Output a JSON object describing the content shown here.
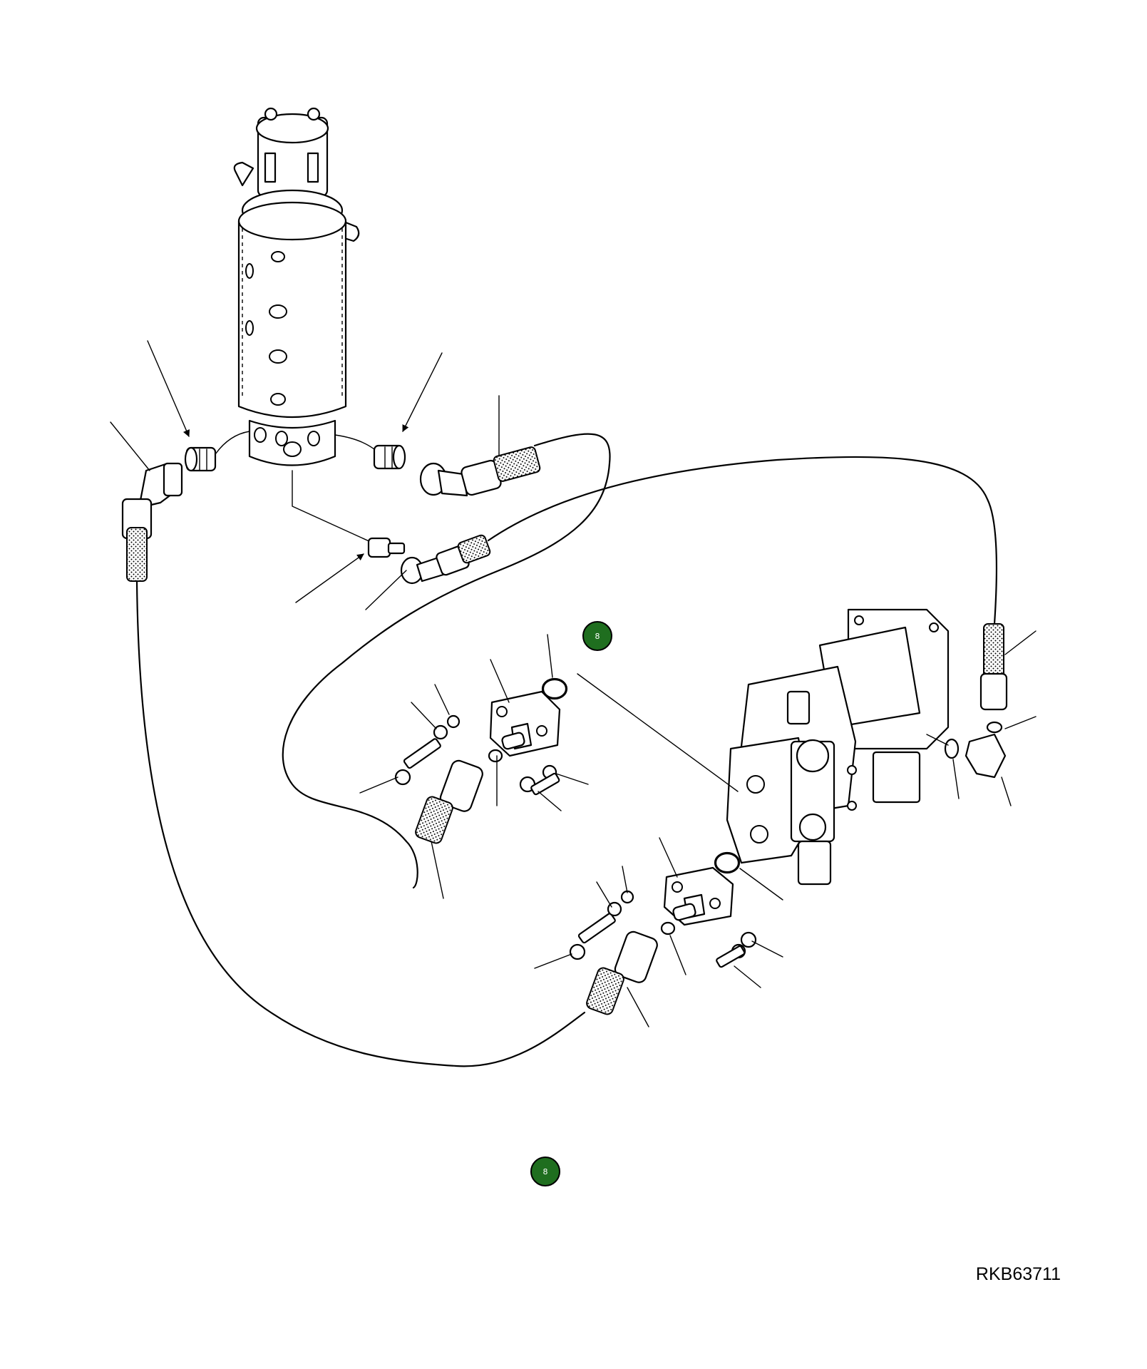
{
  "figure": {
    "drawing_code": "RKB63711",
    "markers": [
      {
        "label": "8",
        "color": "#1f6e1f"
      },
      {
        "label": "8",
        "color": "#1f6e1f"
      }
    ]
  }
}
